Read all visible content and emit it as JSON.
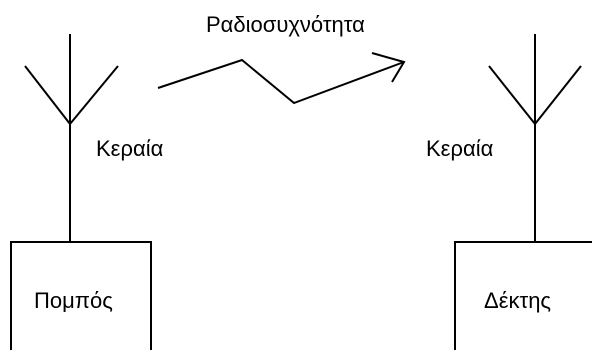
{
  "colors": {
    "stroke": "#000000",
    "background": "#ffffff"
  },
  "signal": {
    "label": "Ραδιοσυχνότητα"
  },
  "transmitter": {
    "antenna_label": "Κεραία",
    "box_label": "Πομπός"
  },
  "receiver": {
    "antenna_label": "Κεραία",
    "box_label": "Δέκτης"
  }
}
